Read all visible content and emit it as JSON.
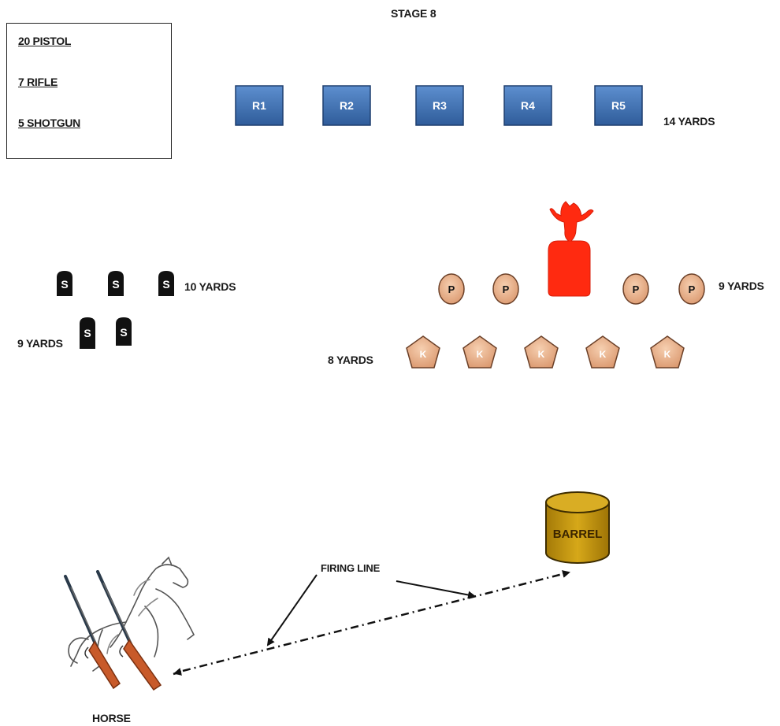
{
  "stage_title": "STAGE 8",
  "round_counts": {
    "pistol": "20 PISTOL",
    "rifle": "7 RIFLE",
    "shotgun": "5 SHOTGUN"
  },
  "rifle_targets": {
    "labels": [
      "R1",
      "R2",
      "R3",
      "R4",
      "R5"
    ],
    "distance": "14 YARDS",
    "color": "#3e6fae"
  },
  "shotgun_targets": {
    "glyph": "S",
    "distance_back": "10 YARDS",
    "distance_front": "9 YARDS"
  },
  "pistol_targets": {
    "glyph": "P",
    "distance": "9 YARDS",
    "color": "#e8b08c"
  },
  "knockdown_targets": {
    "glyph": "K",
    "distance": "8 YARDS",
    "color": "#e8b08c"
  },
  "cowboy_target_color": "#ff2a10",
  "barrel": {
    "label": "BARREL",
    "color": "#c99a12"
  },
  "firing_line_label": "FIRING LINE",
  "horse_label": "HORSE"
}
